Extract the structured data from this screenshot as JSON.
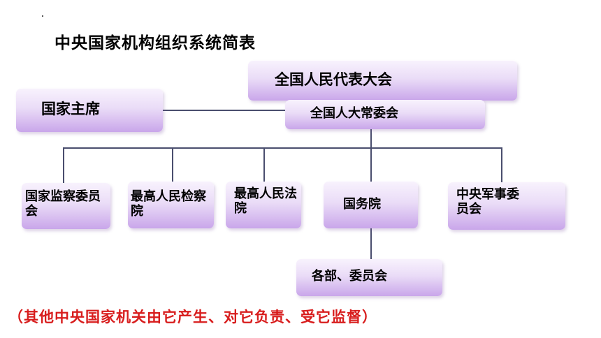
{
  "title": "中央国家机构组织系统简表",
  "nodes": {
    "npc": "全国人民代表大会",
    "npc_standing": "全国人大常委会",
    "president": "国家主席",
    "supervision": "国家监察委员会",
    "procuratorate": "最高人民检察院",
    "court": "最高人民法院",
    "state_council": "国务院",
    "military": "中央军事委员会",
    "ministries": "各部、委员会"
  },
  "footnote": "（其他中央国家机关由它产生、对它负责、受它监督）"
}
